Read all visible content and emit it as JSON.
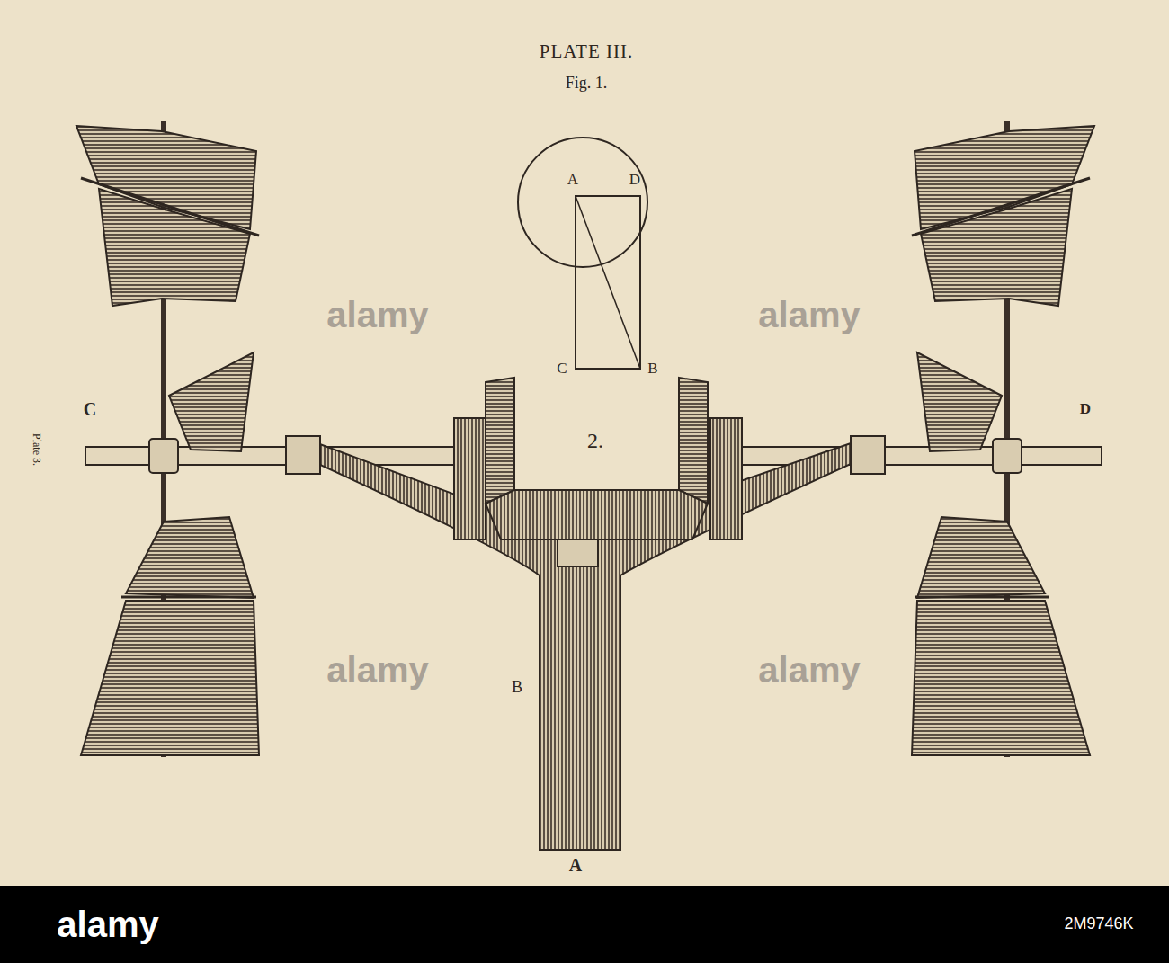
{
  "diagram": {
    "title": "PLATE III.",
    "labels": [
      "Fig. 1.",
      "A",
      "D",
      "C",
      "B",
      "2.",
      "C",
      "D",
      "B",
      "A",
      "Plate 3.",
      "alamy",
      "alamy",
      "alamy",
      "alamy",
      "alamy",
      "2M9746K"
    ]
  }
}
